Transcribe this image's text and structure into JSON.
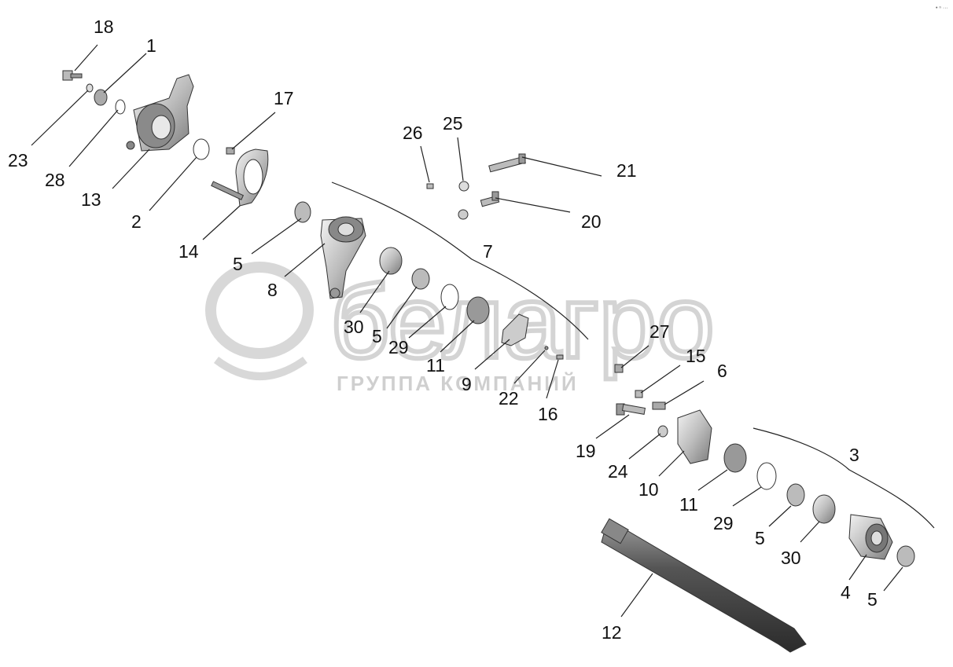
{
  "watermark": {
    "brand": "белагро",
    "subtitle": "ГРУППА КОМПАНИЙ"
  },
  "corner_mark": "• ⁿ ···",
  "callouts": {
    "c1": "1",
    "c2": "2",
    "c3": "3",
    "c4": "4",
    "c5a": "5",
    "c5b": "5",
    "c5c": "5",
    "c5d": "5",
    "c6": "6",
    "c7": "7",
    "c8": "8",
    "c9": "9",
    "c10": "10",
    "c11a": "11",
    "c11b": "11",
    "c12": "12",
    "c13": "13",
    "c14": "14",
    "c15": "15",
    "c16": "16",
    "c17": "17",
    "c18": "18",
    "c19": "19",
    "c20": "20",
    "c21": "21",
    "c22": "22",
    "c23": "23",
    "c24": "24",
    "c25": "25",
    "c26": "26",
    "c27": "27",
    "c28": "28",
    "c29a": "29",
    "c29b": "29",
    "c30a": "30",
    "c30b": "30"
  }
}
